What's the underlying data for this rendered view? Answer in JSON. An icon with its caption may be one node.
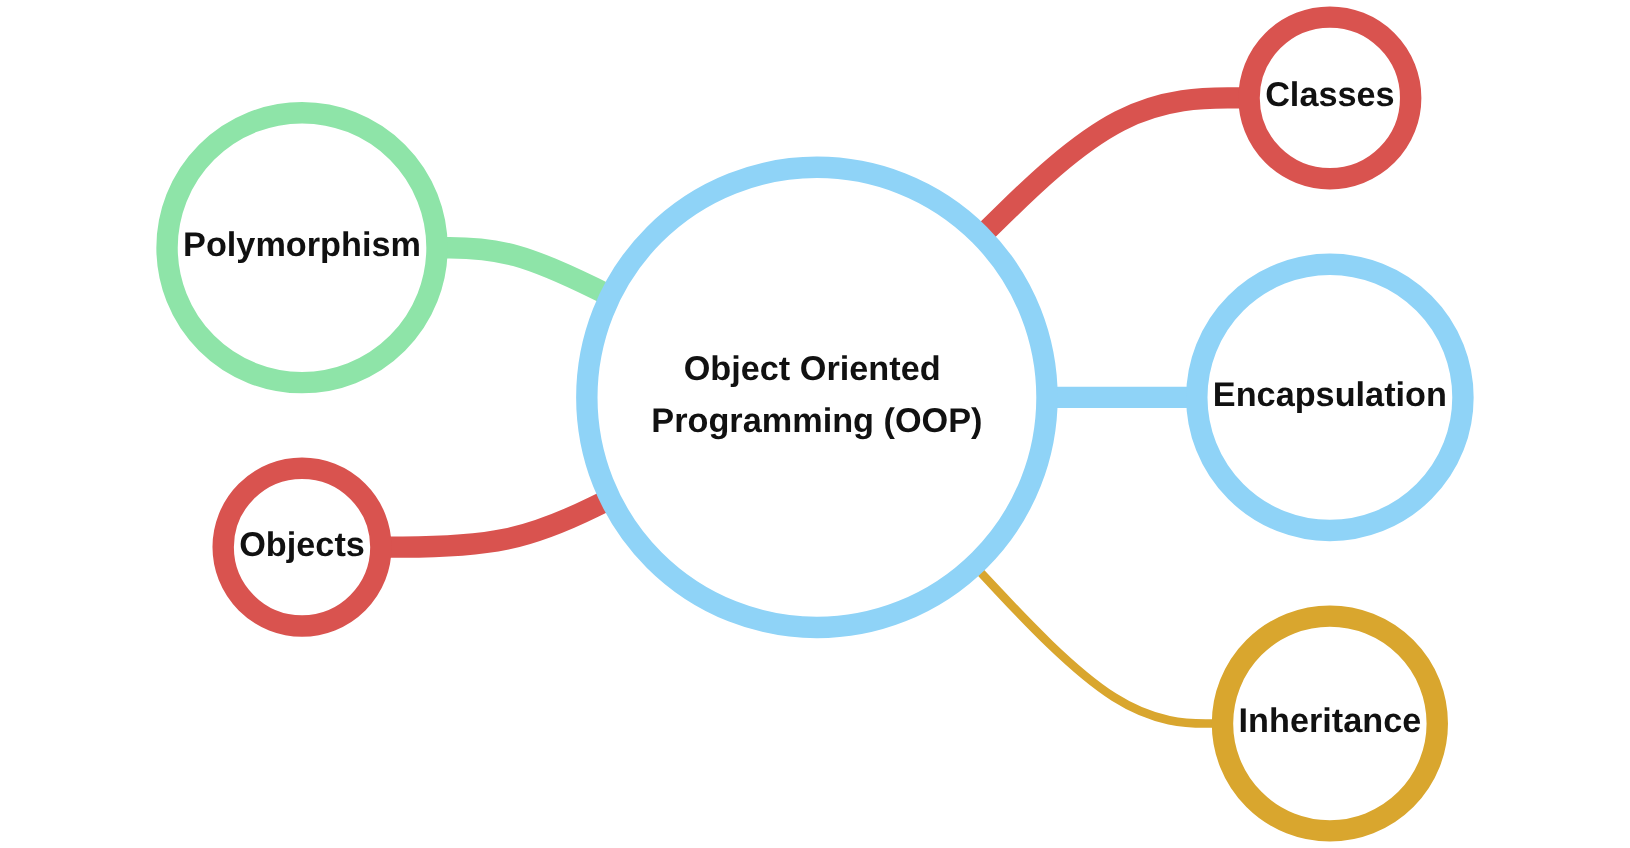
{
  "diagram": {
    "nodes": [
      {
        "text": [
          "Classes"
        ]
      },
      {
        "text": [
          "Polymorphism"
        ]
      },
      {
        "text": [
          "Object Oriented Programming (OOP)"
        ]
      },
      {
        "text": [
          "Encapsulation"
        ]
      },
      {
        "text": [
          "Objects"
        ]
      },
      {
        "text": [
          "Inheritance"
        ]
      }
    ],
    "edges": [
      {
        "from": 1,
        "to": 2,
        "arrow": "none",
        "color": "#8ee4a8"
      },
      {
        "from": 4,
        "to": 2,
        "arrow": "none",
        "color": "#d9534f"
      },
      {
        "from": 2,
        "to": 0,
        "arrow": "none",
        "color": "#d9534f"
      },
      {
        "from": 2,
        "to": 3,
        "arrow": "none",
        "color": "#8fd3f7"
      },
      {
        "from": 2,
        "to": 5,
        "arrow": "none",
        "color": "#d9a62e"
      }
    ]
  }
}
